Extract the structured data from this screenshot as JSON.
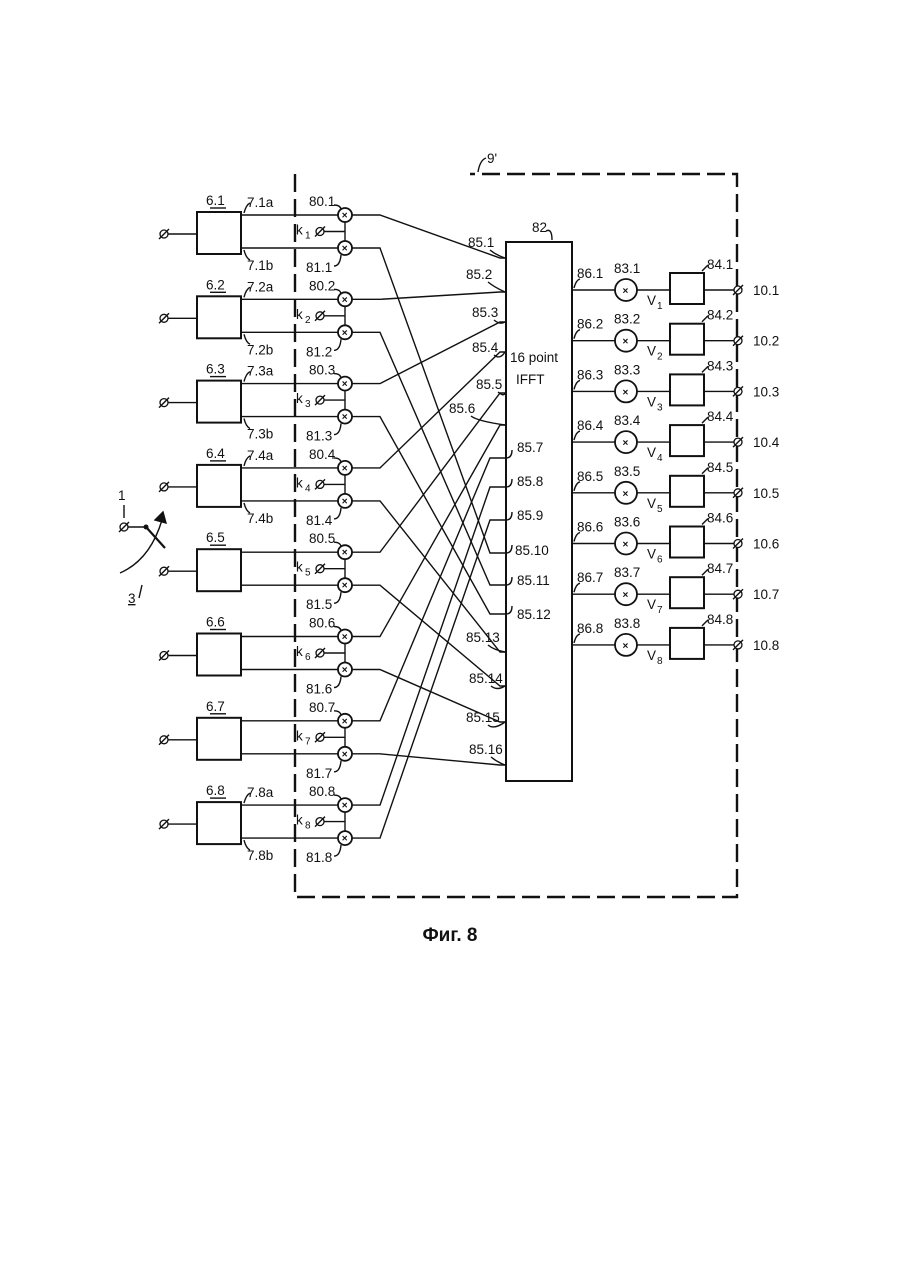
{
  "figure": {
    "caption": "Фиг. 8",
    "frame_label": "9'",
    "input_terminal_label": "1",
    "switch_label": "3",
    "ifft": {
      "ref": "82",
      "title_line1": "16 point",
      "title_line2": "IFFT"
    },
    "channels": [
      {
        "block": "6.1",
        "out_a": "7.1a",
        "out_b": "7.1b",
        "mult_a": "80.1",
        "mult_b": "81.1",
        "coef": "k",
        "coef_sub": "1"
      },
      {
        "block": "6.2",
        "out_a": "7.2a",
        "out_b": "7.2b",
        "mult_a": "80.2",
        "mult_b": "81.2",
        "coef": "k",
        "coef_sub": "2"
      },
      {
        "block": "6.3",
        "out_a": "7.3a",
        "out_b": "7.3b",
        "mult_a": "80.3",
        "mult_b": "81.3",
        "coef": "k",
        "coef_sub": "3"
      },
      {
        "block": "6.4",
        "out_a": "7.4a",
        "out_b": "7.4b",
        "mult_a": "80.4",
        "mult_b": "81.4",
        "coef": "k",
        "coef_sub": "4"
      },
      {
        "block": "6.5",
        "out_a": "",
        "out_b": "",
        "mult_a": "80.5",
        "mult_b": "81.5",
        "coef": "k",
        "coef_sub": "5"
      },
      {
        "block": "6.6",
        "out_a": "",
        "out_b": "",
        "mult_a": "80.6",
        "mult_b": "81.6",
        "coef": "k",
        "coef_sub": "6"
      },
      {
        "block": "6.7",
        "out_a": "",
        "out_b": "",
        "mult_a": "80.7",
        "mult_b": "81.7",
        "coef": "k",
        "coef_sub": "7"
      },
      {
        "block": "6.8",
        "out_a": "7.8a",
        "out_b": "7.8b",
        "mult_a": "80.8",
        "mult_b": "81.8",
        "coef": "k",
        "coef_sub": "8"
      }
    ],
    "ifft_inputs": [
      "85.1",
      "85.2",
      "85.3",
      "85.4",
      "85.5",
      "85.6",
      "85.7",
      "85.8",
      "85.9",
      "85.10",
      "85.11",
      "85.12",
      "85.13",
      "85.14",
      "85.15",
      "85.16"
    ],
    "outputs": [
      {
        "line": "86.1",
        "mult": "83.1",
        "gain": "V",
        "gain_sub": "1",
        "block": "84.1",
        "terminal": "10.1"
      },
      {
        "line": "86.2",
        "mult": "83.2",
        "gain": "V",
        "gain_sub": "2",
        "block": "84.2",
        "terminal": "10.2"
      },
      {
        "line": "86.3",
        "mult": "83.3",
        "gain": "V",
        "gain_sub": "3",
        "block": "84.3",
        "terminal": "10.3"
      },
      {
        "line": "86.4",
        "mult": "83.4",
        "gain": "V",
        "gain_sub": "4",
        "block": "84.4",
        "terminal": "10.4"
      },
      {
        "line": "86.5",
        "mult": "83.5",
        "gain": "V",
        "gain_sub": "5",
        "block": "84.5",
        "terminal": "10.5"
      },
      {
        "line": "86.6",
        "mult": "83.6",
        "gain": "V",
        "gain_sub": "6",
        "block": "84.6",
        "terminal": "10.6"
      },
      {
        "line": "86.7",
        "mult": "83.7",
        "gain": "V",
        "gain_sub": "7",
        "block": "84.7",
        "terminal": "10.7"
      },
      {
        "line": "86.8",
        "mult": "83.8",
        "gain": "V",
        "gain_sub": "8",
        "block": "84.8",
        "terminal": "10.8"
      }
    ]
  }
}
